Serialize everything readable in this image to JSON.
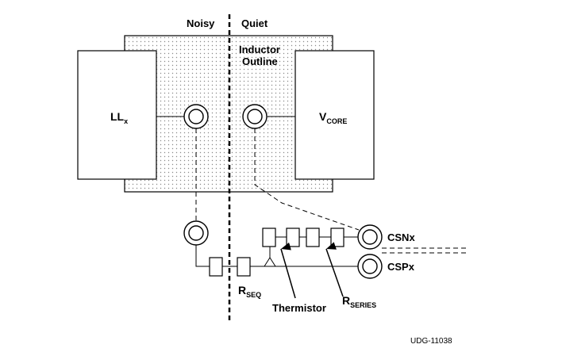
{
  "labels": {
    "noisy": "Noisy",
    "quiet": "Quiet",
    "inductor_line1": "Inductor",
    "inductor_line2": "Outline",
    "llx_main": "LL",
    "llx_sub": "x",
    "vcore_main": "V",
    "vcore_sub": "CORE",
    "csnx": "CSNx",
    "cspx": "CSPx",
    "rseq_main": "R",
    "rseq_sub": "SEQ",
    "thermistor": "Thermistor",
    "rseries_main": "R",
    "rseries_sub": "SERIES",
    "figure_id": "UDG-11038"
  }
}
